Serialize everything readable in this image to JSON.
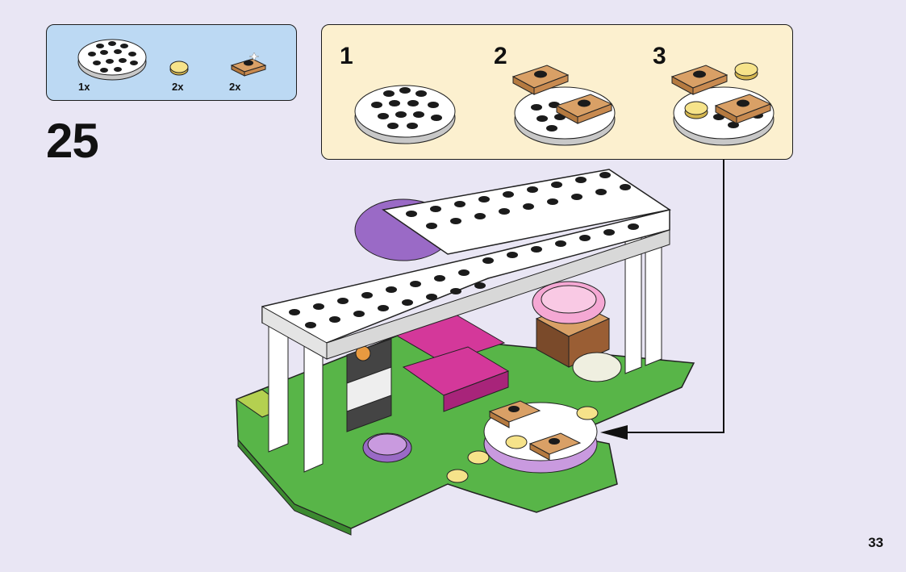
{
  "parts_list": {
    "items": [
      {
        "name": "round-plate-white",
        "qty": "1x"
      },
      {
        "name": "round-tile-yellow-transparent",
        "qty": "2x"
      },
      {
        "name": "plate-tan-with-stud",
        "qty": "2x"
      }
    ]
  },
  "step": {
    "number": "25"
  },
  "sub_steps": [
    {
      "label": "1"
    },
    {
      "label": "2"
    },
    {
      "label": "3"
    }
  ],
  "page": {
    "number": "33"
  },
  "colors": {
    "parts_box_bg": "#bcd9f3",
    "sub_box_bg": "#fcf0cf",
    "page_bg": "#e9e6f4",
    "lego_white": "#ffffff",
    "lego_tan": "#d9a066",
    "lego_yellow_trans": "#f6e38a",
    "lego_green": "#58b548",
    "lego_magenta": "#d4389a",
    "lego_purple": "#9a6ac6",
    "lego_pink_trans": "#f5a8d4",
    "lego_brown": "#7a4a2a"
  }
}
